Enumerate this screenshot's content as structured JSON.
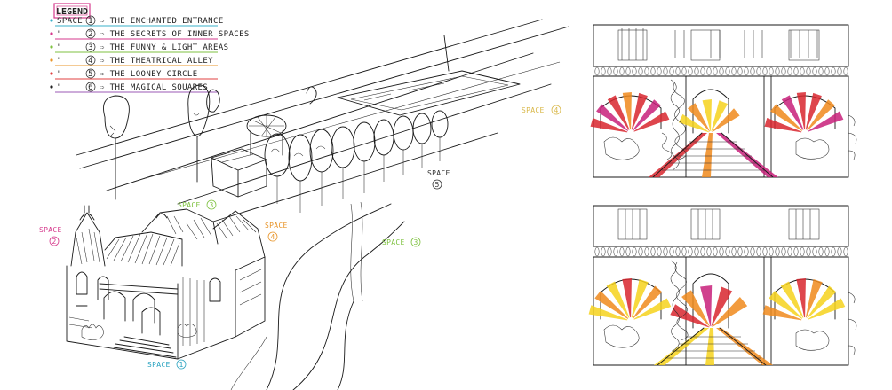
{
  "legend": {
    "title": "LEGEND",
    "items": [
      {
        "prefix": "SPACE",
        "num": "1",
        "text": "⇨ THE ENCHANTED ENTRANCE",
        "dot_color": "#3ab0c8",
        "underline_color": "#3ab0c8"
      },
      {
        "prefix": "\"",
        "num": "2",
        "text": "⇨ THE SECRETS OF INNER SPACES",
        "dot_color": "#d6398c",
        "underline_color": "#d6398c"
      },
      {
        "prefix": "\"",
        "num": "3",
        "text": "⇨ THE FUNNY & LIGHT AREAS",
        "dot_color": "#7fc241",
        "underline_color": "#7fc241"
      },
      {
        "prefix": "\"",
        "num": "4",
        "text": "⇨ THE THEATRICAL ALLEY",
        "dot_color": "#e8952a",
        "underline_color": "#e8952a"
      },
      {
        "prefix": "\"",
        "num": "5",
        "text": "⇨ THE LOONEY CIRCLE",
        "dot_color": "#e04040",
        "underline_color": "#e04040"
      },
      {
        "prefix": "\"",
        "num": "6",
        "text": "⇨ THE MAGICAL SQUARES",
        "dot_color": "#222222",
        "underline_color": "#9b59b6"
      }
    ]
  },
  "space_labels": [
    {
      "id": "space-1",
      "line1": "SPACE",
      "num": "1",
      "color": "#2aa3c0"
    },
    {
      "id": "space-2",
      "line1": "SPACE",
      "num": "2",
      "color": "#d6398c"
    },
    {
      "id": "space-3a",
      "line1": "SPACE",
      "num": "3",
      "color": "#7fc241"
    },
    {
      "id": "space-3b",
      "line1": "SPACE",
      "num": "3",
      "color": "#7fc241"
    },
    {
      "id": "space-4a",
      "line1": "SPACE",
      "num": "4",
      "color": "#e8952a"
    },
    {
      "id": "space-4b",
      "line1": "SPACE",
      "num": "4",
      "color": "#d9b84a"
    },
    {
      "id": "space-5",
      "line1": "SPACE",
      "num": "5",
      "color": "#333333"
    }
  ],
  "colors": {
    "red": "#d8262e",
    "magenta": "#c8207a",
    "orange": "#f08a1c",
    "yellow": "#f6d21c",
    "ink": "#1a1a1a"
  }
}
